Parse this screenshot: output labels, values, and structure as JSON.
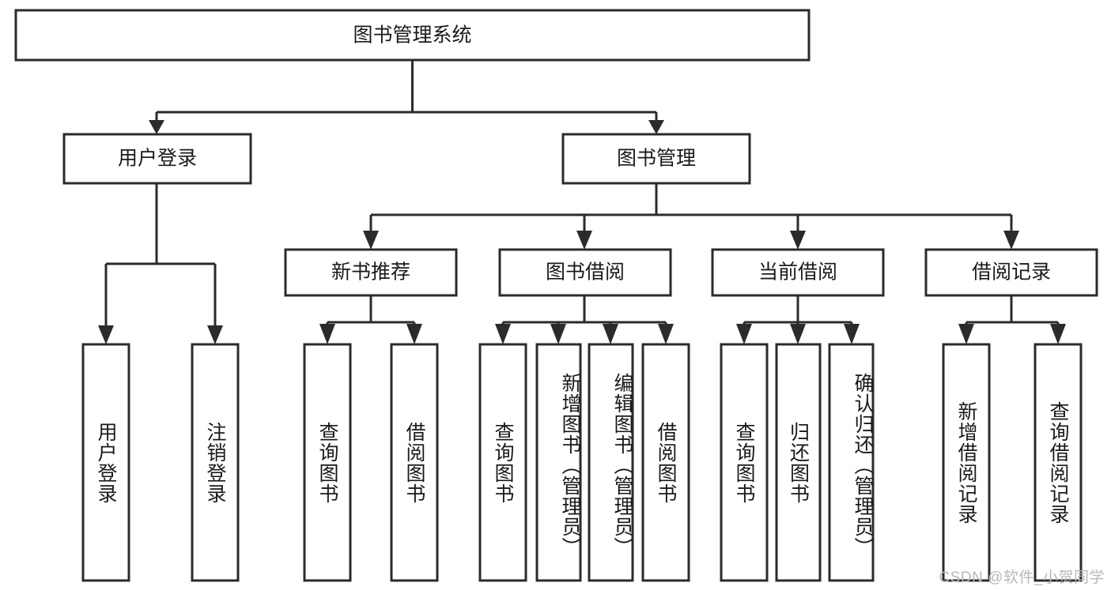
{
  "diagram": {
    "type": "tree",
    "title_node": {
      "label": "图书管理系统"
    },
    "level2": [
      {
        "id": "user-login",
        "label": "用户登录"
      },
      {
        "id": "book-management",
        "label": "图书管理"
      }
    ],
    "level3": [
      {
        "id": "new-book-recommend",
        "label": "新书推荐",
        "parent": "book-management"
      },
      {
        "id": "book-borrow",
        "label": "图书借阅",
        "parent": "book-management"
      },
      {
        "id": "current-borrow",
        "label": "当前借阅",
        "parent": "book-management"
      },
      {
        "id": "borrow-record",
        "label": "借阅记录",
        "parent": "book-management"
      }
    ],
    "leaves": {
      "user-login": [
        {
          "id": "leaf-user-login",
          "label": "用户登录"
        },
        {
          "id": "leaf-logout-login",
          "label": "注销登录"
        }
      ],
      "new-book-recommend": [
        {
          "id": "leaf-query-book-1",
          "label": "查询图书"
        },
        {
          "id": "leaf-borrow-book-1",
          "label": "借阅图书"
        }
      ],
      "book-borrow": [
        {
          "id": "leaf-query-book-2",
          "label": "查询图书"
        },
        {
          "id": "leaf-add-book-admin",
          "label": "新增图书（管理员）"
        },
        {
          "id": "leaf-edit-book-admin",
          "label": "编辑图书（管理员）"
        },
        {
          "id": "leaf-borrow-book-2",
          "label": "借阅图书"
        }
      ],
      "current-borrow": [
        {
          "id": "leaf-query-book-3",
          "label": "查询图书"
        },
        {
          "id": "leaf-return-book",
          "label": "归还图书"
        },
        {
          "id": "leaf-confirm-return-admin",
          "label": "确认归还（管理员）"
        }
      ],
      "borrow-record": [
        {
          "id": "leaf-add-borrow-record",
          "label": "新增借阅记录"
        },
        {
          "id": "leaf-query-borrow-record",
          "label": "查询借阅记录"
        }
      ]
    }
  },
  "watermark": {
    "text": "CSDN @软件_小贺同学"
  },
  "colors": {
    "background": "#ffffff",
    "box_fill": "#ffffff",
    "box_stroke": "#2b2b2b",
    "text": "#1a1a1a",
    "watermark": "#b8b8b8"
  }
}
